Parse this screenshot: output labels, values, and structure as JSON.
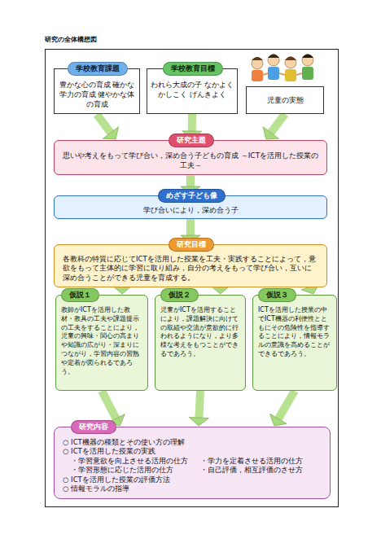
{
  "diagram": {
    "title": "研究の全体構想図",
    "nodes": [
      {
        "text": [
          "学校教育課題",
          "豊かな心の育成 確かな学力の育成 健やかな体の育成"
        ]
      },
      {
        "text": [
          "学校教育目標",
          "われら大成の子 なかよく かしこく げんきよく"
        ]
      },
      {
        "text": [
          "児童の実態"
        ]
      },
      {
        "text": [
          "研究主題",
          "思いや考えをもって学び合い，深め合う子どもの育成 ～ICTを活用した授業の工夫～"
        ]
      },
      {
        "text": [
          "めざす子ども像",
          "学び合いにより，深め合う子"
        ]
      },
      {
        "text": [
          "研究目標",
          "各教科の特質に応じてICTを活用した授業を工夫・実践することによって，意欲をもって主体的に学習に取り組み，自分の考えをもって学び合い，互いに深め合うことができる児童を育成する。"
        ]
      },
      {
        "text": [
          "仮説１",
          "教師がICTを活用した教材・教具の工夫や課題提示の工夫をすることにより，児童の興味・関心の高まりや知識の広がり・深まりにつながり，学習内容の習熟や定着が図られるであろう。"
        ]
      },
      {
        "text": [
          "仮説２",
          "児童がICTを活用することにより，課題解決に向けての取組や交流が意欲的に行われるようになり，より多様な考えをもつことができるであろう。"
        ]
      },
      {
        "text": [
          "仮説３",
          "ICTを活用した授業の中でICT機器の利便性とともにその危険性を指導することにより，情報モラルの意識を高めることができるであろう。"
        ]
      },
      {
        "text": [
          "研究内容",
          "○ ICT機器の種類とその使い方の理解",
          "○ ICTを活用した授業の実践",
          "・学習意欲を向上させる活用の仕方",
          "・学力を定着させる活用の仕方",
          "・学習形態に応じた活用の仕方",
          "・自己評価，相互評価のさせ方",
          "○ ICTを活用した授業の評価方法",
          "○ 情報モラルの指導"
        ]
      }
    ],
    "edges": [
      {
        "from": 0,
        "to": 3,
        "arrow": "to"
      },
      {
        "from": 1,
        "to": 3,
        "arrow": "to"
      },
      {
        "from": 2,
        "to": 3,
        "arrow": "to"
      },
      {
        "from": 3,
        "to": 4,
        "arrow": "to"
      },
      {
        "from": 4,
        "to": 5,
        "arrow": "to"
      },
      {
        "from": 5,
        "to": 6,
        "arrow": "to"
      },
      {
        "from": 5,
        "to": 7,
        "arrow": "to"
      },
      {
        "from": 5,
        "to": 8,
        "arrow": "to"
      },
      {
        "from": 6,
        "to": 9,
        "arrow": "to"
      },
      {
        "from": 7,
        "to": 9,
        "arrow": "to"
      },
      {
        "from": 8,
        "to": 9,
        "arrow": "to"
      }
    ]
  }
}
